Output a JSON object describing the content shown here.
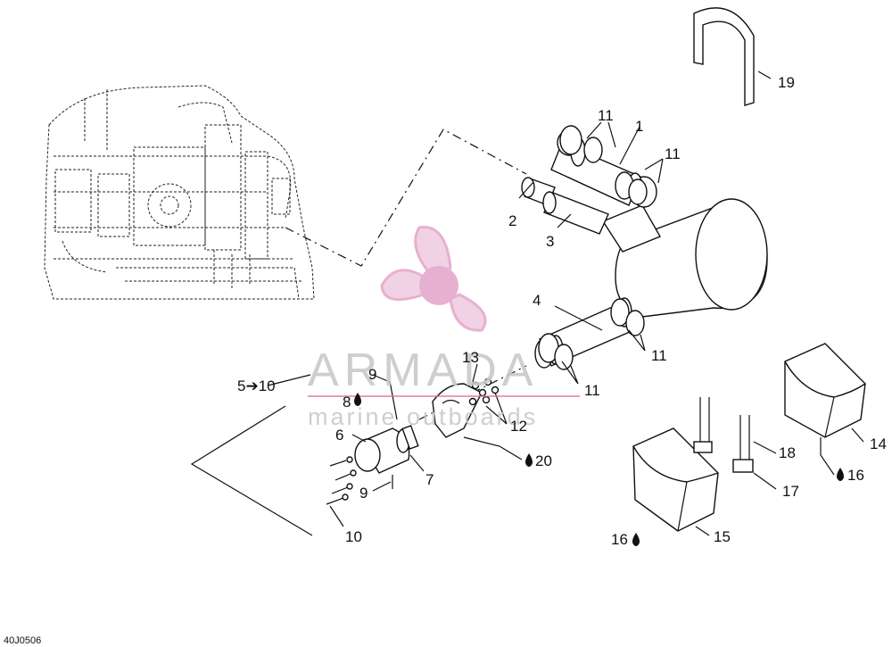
{
  "diagram": {
    "code": "40J0506",
    "watermark": {
      "brand": "ARMADA",
      "tagline": "marine outboards",
      "colors": {
        "propeller": "#e4a9cc",
        "line": "#e06aa6",
        "text": "#c9c9c9"
      }
    },
    "callouts": {
      "c1": "1",
      "c2": "2",
      "c3": "3",
      "c4": "4",
      "c5": "5➔10",
      "c6": "6",
      "c7": "7",
      "c8": "8",
      "c9a": "9",
      "c9b": "9",
      "c10": "10",
      "c11a": "11",
      "c11b": "11",
      "c11c": "11",
      "c11d": "11",
      "c12": "12",
      "c13": "13",
      "c14": "14",
      "c15": "15",
      "c16a": "16",
      "c16b": "16",
      "c17": "17",
      "c18": "18",
      "c19": "19",
      "c20": "20"
    }
  }
}
